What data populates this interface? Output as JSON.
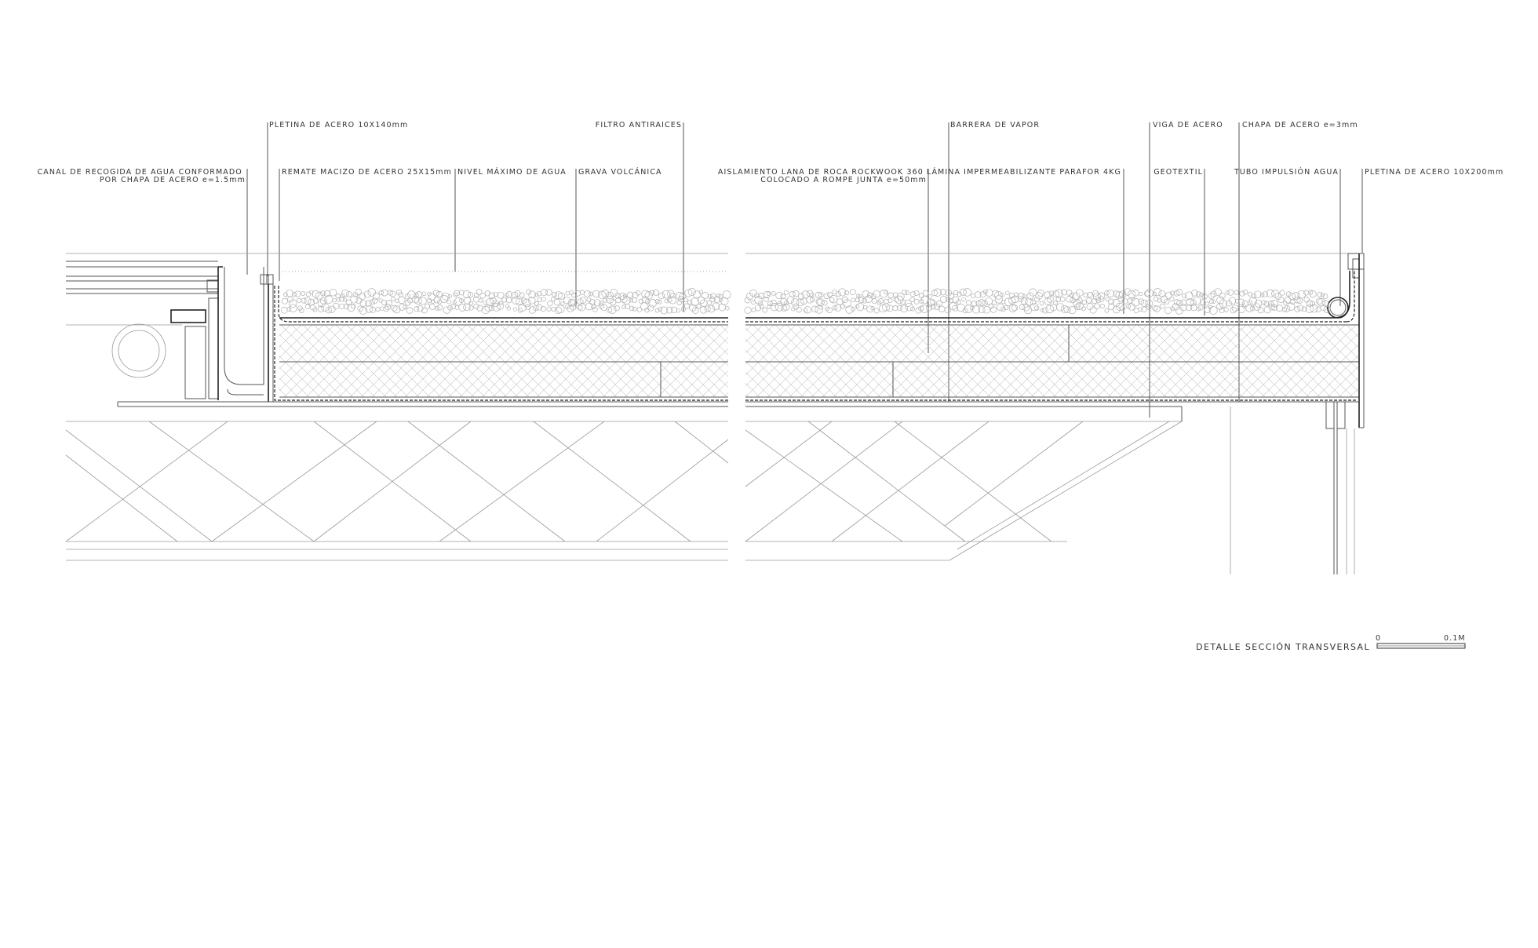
{
  "title": {
    "text": "DETALLE SECCIÓN TRANSVERSAL"
  },
  "scale": {
    "zero": "0",
    "end": "0.1M"
  },
  "labels": [
    {
      "id": "pletina-140",
      "lines": [
        "PLETINA DE ACERO 10X140mm"
      ]
    },
    {
      "id": "filtro",
      "lines": [
        "FILTRO ANTIRAICES"
      ]
    },
    {
      "id": "barrera",
      "lines": [
        "BARRERA DE VAPOR"
      ]
    },
    {
      "id": "viga",
      "lines": [
        "VIGA DE ACERO"
      ]
    },
    {
      "id": "chapa-3",
      "lines": [
        "CHAPA DE ACERO e=3mm"
      ]
    },
    {
      "id": "canal",
      "lines": [
        "CANAL DE RECOGIDA DE AGUA CONFORMADO",
        "POR CHAPA DE ACERO e=1.5mm"
      ]
    },
    {
      "id": "remate",
      "lines": [
        "REMATE MACIZO DE ACERO 25X15mm"
      ]
    },
    {
      "id": "nivel",
      "lines": [
        "NIVEL MÁXIMO DE AGUA"
      ]
    },
    {
      "id": "grava",
      "lines": [
        "GRAVA VOLCÁNICA"
      ]
    },
    {
      "id": "aislamiento",
      "lines": [
        "AISLAMIENTO LANA DE ROCA ROCKWOOK 360",
        "COLOCADO A ROMPE JUNTA e=50mm"
      ]
    },
    {
      "id": "lamina",
      "lines": [
        "LÁMINA IMPERMEABILIZANTE PARAFOR 4KG"
      ]
    },
    {
      "id": "geotextil",
      "lines": [
        "GEOTEXTIL"
      ]
    },
    {
      "id": "tubo",
      "lines": [
        "TUBO IMPULSIÓN AGUA"
      ]
    },
    {
      "id": "pletina-200",
      "lines": [
        "PLETINA DE ACERO 10X200mm"
      ]
    }
  ]
}
